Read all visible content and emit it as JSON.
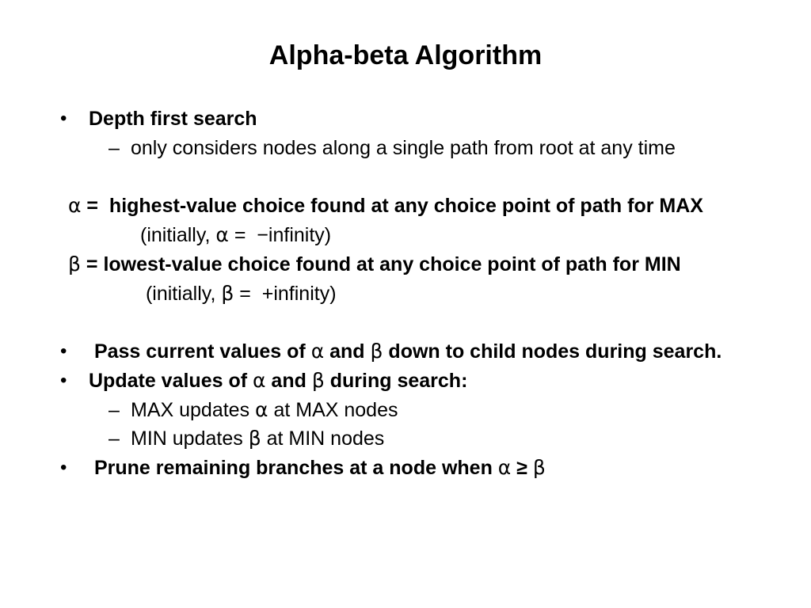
{
  "slide": {
    "title": "Alpha-beta Algorithm",
    "bullet_char": "•",
    "dash_char": "–",
    "background_color": "#ffffff",
    "text_color": "#000000",
    "lines": [
      {
        "kind": "bullet",
        "runs": [
          {
            "t": "Depth first search",
            "bold": true
          }
        ]
      },
      {
        "kind": "dash",
        "runs": [
          {
            "t": "only considers nodes along a single path from root at any time"
          }
        ]
      },
      {
        "kind": "gap"
      },
      {
        "kind": "stmt",
        "runs": [
          {
            "t": "α",
            "greek": true
          },
          {
            "t": " =  ",
            "bold": true
          },
          {
            "t": "highest-value choice found at any choice point of path for MAX",
            "bold": true
          }
        ]
      },
      {
        "kind": "note",
        "runs": [
          {
            "t": "(initially, "
          },
          {
            "t": "α",
            "greek": true
          },
          {
            "t": " =  −infinity)"
          }
        ]
      },
      {
        "kind": "stmt",
        "runs": [
          {
            "t": "β",
            "greek": true
          },
          {
            "t": " = ",
            "bold": true
          },
          {
            "t": "lowest-value choice found at any choice point of path for MIN",
            "bold": true
          }
        ]
      },
      {
        "kind": "note",
        "runs": [
          {
            "t": " (initially, "
          },
          {
            "t": "β",
            "greek": true
          },
          {
            "t": " =  +infinity)"
          }
        ]
      },
      {
        "kind": "gap"
      },
      {
        "kind": "bullet",
        "runs": [
          {
            "t": " Pass current values of ",
            "bold": true
          },
          {
            "t": "α",
            "greek": true
          },
          {
            "t": " and ",
            "bold": true
          },
          {
            "t": "β",
            "greek": true
          },
          {
            "t": " down to child nodes during search.",
            "bold": true
          }
        ]
      },
      {
        "kind": "bullet",
        "runs": [
          {
            "t": "Update values of ",
            "bold": true
          },
          {
            "t": "α",
            "greek": true
          },
          {
            "t": " and ",
            "bold": true
          },
          {
            "t": "β",
            "greek": true
          },
          {
            "t": " during search:",
            "bold": true
          }
        ]
      },
      {
        "kind": "dash",
        "runs": [
          {
            "t": "MAX updates "
          },
          {
            "t": "α",
            "greek": true
          },
          {
            "t": " at MAX nodes"
          }
        ]
      },
      {
        "kind": "dash",
        "runs": [
          {
            "t": "MIN updates "
          },
          {
            "t": "β",
            "greek": true
          },
          {
            "t": " at MIN nodes"
          }
        ]
      },
      {
        "kind": "bullet",
        "runs": [
          {
            "t": " Prune remaining branches at a node when ",
            "bold": true
          },
          {
            "t": "α",
            "greek": true
          },
          {
            "t": " ",
            "bold": true
          },
          {
            "t": "≥",
            "bold": true
          },
          {
            "t": " ",
            "bold": true
          },
          {
            "t": "β",
            "greek": true
          }
        ]
      }
    ]
  }
}
